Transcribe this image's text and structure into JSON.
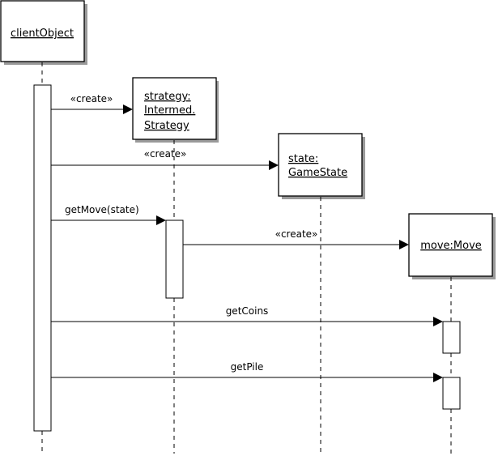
{
  "diagram": {
    "objects": {
      "client": {
        "label": "clientObject"
      },
      "strategy": {
        "lines": [
          "strategy:",
          "Intermed.",
          "Strategy"
        ]
      },
      "state": {
        "lines": [
          "state:",
          "GameState"
        ]
      },
      "move": {
        "label": "move:Move"
      }
    },
    "messages": {
      "create_strategy": "«create»",
      "create_state": "«create»",
      "get_move": "getMove(state)",
      "create_move": "«create»",
      "get_coins": "getCoins",
      "get_pile": "getPile"
    }
  }
}
